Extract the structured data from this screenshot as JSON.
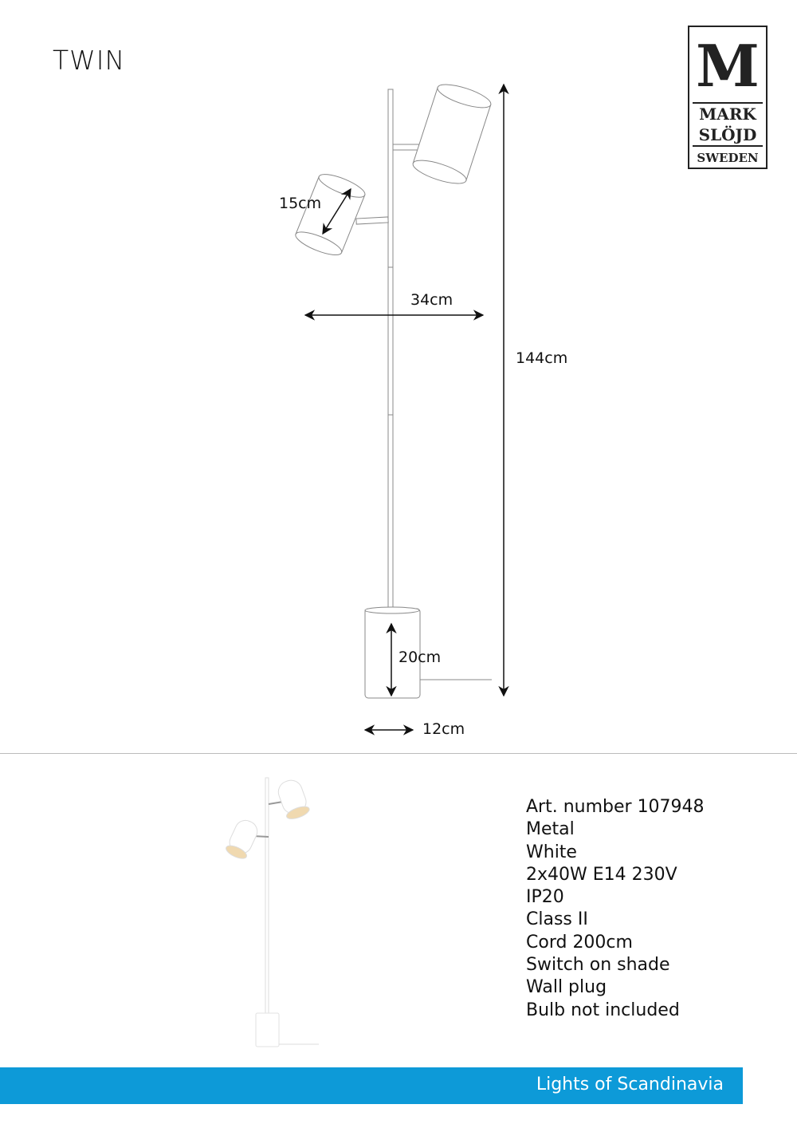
{
  "title": "TWIN",
  "logo": {
    "letter": "M",
    "line1": "MARK",
    "line2": "SLÖJD",
    "line3": "SWEDEN"
  },
  "dimensions": {
    "shade": "15cm",
    "width": "34cm",
    "height": "144cm",
    "base_height": "20cm",
    "base_width": "12cm"
  },
  "specs": [
    "Art. number 107948",
    "Metal",
    "White",
    "2x40W E14 230V",
    "IP20",
    "Class II",
    "Cord 200cm",
    "Switch on shade",
    "Wall plug",
    "Bulb not included"
  ],
  "footer": {
    "tagline": "Lights of Scandinavia",
    "color": "#0d9ad8"
  }
}
